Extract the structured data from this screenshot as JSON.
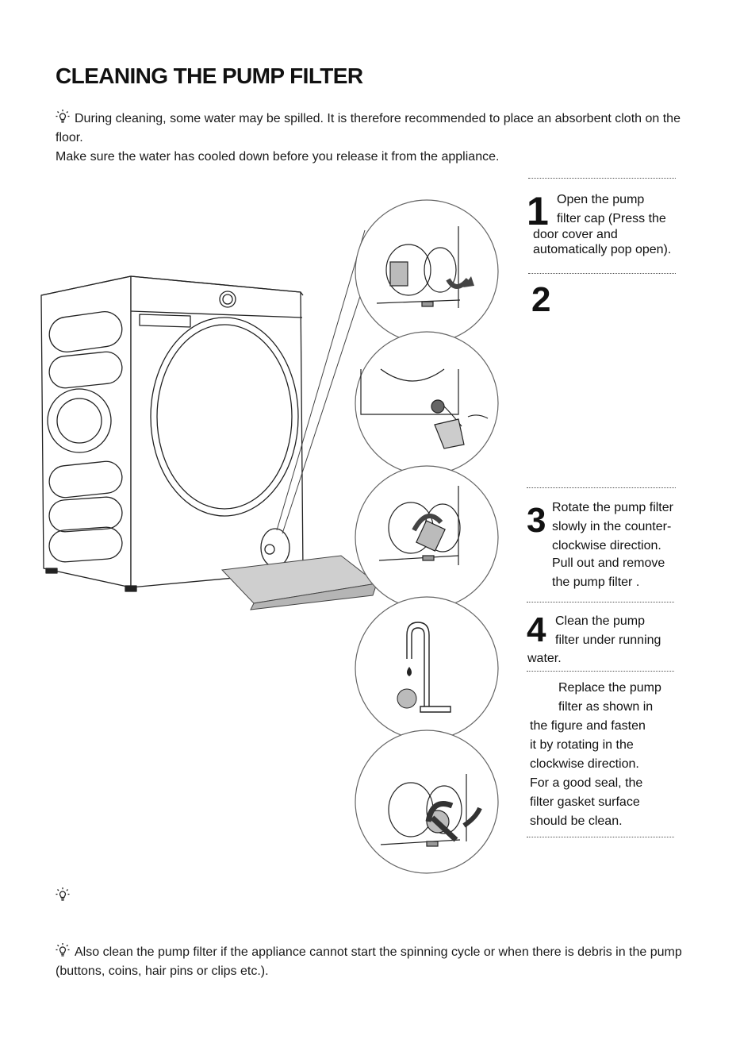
{
  "page": {
    "title": "CLEANING THE PUMP FILTER",
    "intro_line1": "During cleaning, some water may be spilled. It is therefore recommended to place an absorbent cloth on the floor.",
    "intro_line2": "Make sure the water has cooled down before you release it from the appliance."
  },
  "steps": [
    {
      "number": "1",
      "line1": "Open the pump",
      "line2": "filter cap (Press the",
      "line3": "door cover and",
      "line4": "automatically pop open)."
    },
    {
      "number": "2"
    },
    {
      "number": "3",
      "line1": "Rotate the pump filter",
      "line2": "slowly in the counter-",
      "line3": "clockwise direction.",
      "line4": "Pull out and remove",
      "line5": "the pump filter ."
    },
    {
      "number": "4",
      "line1": "Clean the pump",
      "line2": "filter under running",
      "line3": "water."
    },
    {
      "line1": "Replace the pump",
      "line2": "filter as shown in",
      "line3": "the figure and fasten",
      "line4": "it by rotating in the",
      "line5": "clockwise direction.",
      "line6": "For a good seal, the",
      "line7": "filter gasket surface",
      "line8": "should be clean."
    }
  ],
  "footer": {
    "note": "Also clean the pump filter if the appliance cannot start the spinning cycle or when there is debris in the pump (buttons, coins, hair pins or clips etc.)."
  },
  "icons": {
    "tip": "lightbulb-icon"
  }
}
